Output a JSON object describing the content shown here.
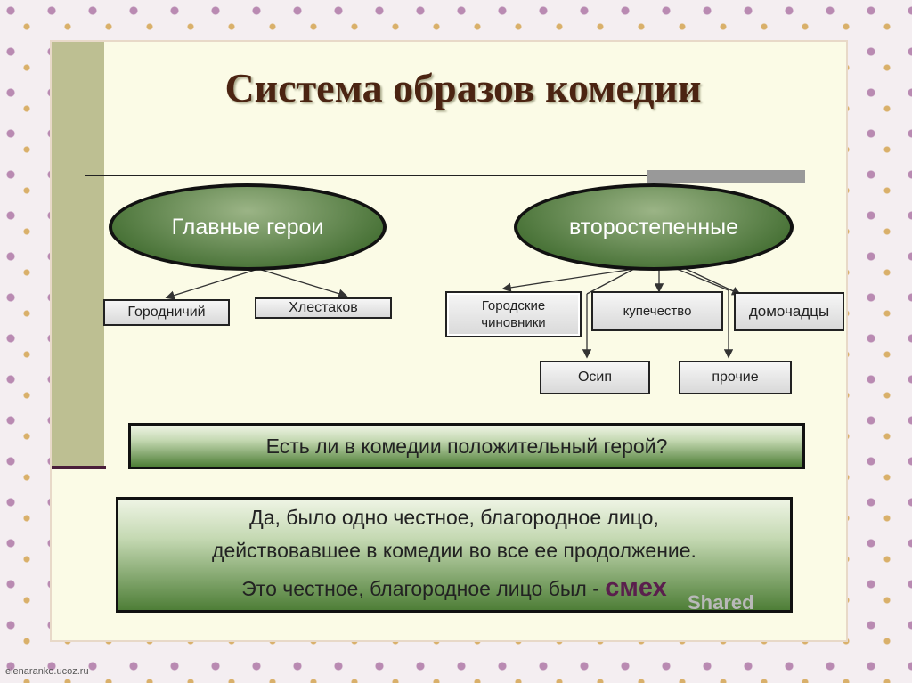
{
  "title": "Система образов комедии",
  "main_group": {
    "label": "Главные герои",
    "children": [
      "Городничий",
      "Хлестаков"
    ]
  },
  "secondary_group": {
    "label": "второстепенные",
    "children": [
      "Городские\nчиновники",
      "купечество",
      "домочадцы",
      "Осип",
      "прочие"
    ]
  },
  "question": "Есть ли в комедии положительный герой?",
  "answer": {
    "line1": "Да, было одно честное, благородное лицо,",
    "line2": "действовавшее в комедии во все ее продолжение.",
    "line3": "Это честное, благородное лицо был -",
    "highlight": "смех"
  },
  "watermark": "Shared",
  "footer": "elenaranko.ucoz.ru",
  "colors": {
    "ellipse_green": "#3e6a2d",
    "title_brown": "#4b2412",
    "highlight": "#5a1f4d"
  }
}
